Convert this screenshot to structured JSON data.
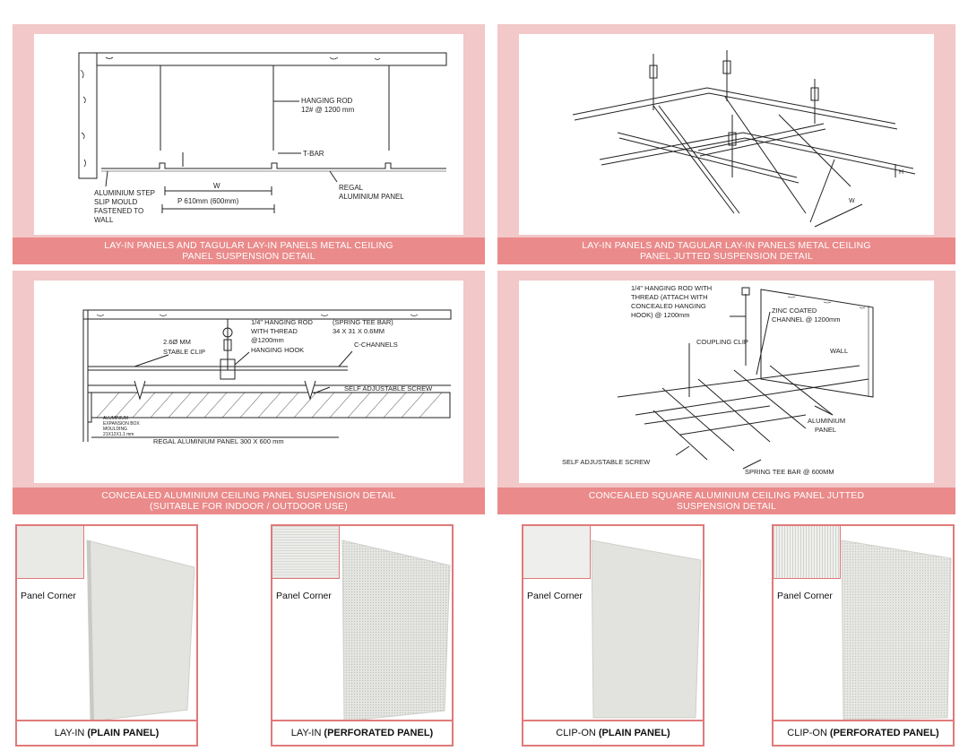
{
  "panels": [
    {
      "caption_line1": "LAY-IN PANELS AND TAGULAR LAY-IN PANELS METAL CEILING",
      "caption_line2": "PANEL SUSPENSION DETAIL",
      "labels": {
        "hanging_rod": "HANGING ROD",
        "hanging_rod_spec": "12# @ 1200 mm",
        "tbar": "T-BAR",
        "w": "W",
        "regal": "REGAL",
        "aluminium_panel": "ALUMINIUM PANEL",
        "step1": "ALUMINIUM STEP",
        "step2": "SLIP MOULD",
        "step3": "FASTENED TO",
        "step4": "WALL",
        "pitch": "P 610mm (600mm)"
      }
    },
    {
      "caption_line1": "LAY-IN PANELS AND TAGULAR LAY-IN PANELS METAL CEILING",
      "caption_line2": "PANEL JUTTED SUSPENSION DETAIL",
      "labels": {
        "w": "W",
        "h": "H"
      }
    },
    {
      "caption_line1": "CONCEALED ALUMINIUM CEILING PANEL SUSPENSION DETAIL",
      "caption_line2": "(SUITABLE FOR INDOOR / OUTDOOR USE)",
      "labels": {
        "rod1": "1/4\" HANGING ROD",
        "rod2": "WITH THREAD",
        "rod3": "@1200mm",
        "hook": "HANGING HOOK",
        "tee1": "(SPRING TEE BAR)",
        "tee2": "34 X 31 X 0.6MM",
        "cchan": "C-CHANNELS",
        "clip1": "2.6Ø MM",
        "clip2": "STABLE CLIP",
        "screw": "SELF ADJUSTABLE SCREW",
        "box1": "ALUMINIUM",
        "box2": "EXPANSION BOX",
        "box3": "MOULDING",
        "box4": "21X12X1.1 mm",
        "regal": "REGAL   ALUMINIUM PANEL   300 X 600 mm"
      }
    },
    {
      "caption_line1": "CONCEALED SQUARE ALUMINIUM CEILING PANEL JUTTED",
      "caption_line2": "SUSPENSION DETAIL",
      "labels": {
        "rod1": "1/4\" HANGING ROD WITH",
        "rod2": "THREAD (ATTACH WITH",
        "rod3": "CONCEALED HANGING",
        "rod4": "HOOK) @ 1200mm",
        "zinc1": "ZINC COATED",
        "zinc2": "CHANNEL @ 1200mm",
        "coupling": "COUPLING CLIP",
        "wall": "WALL",
        "alu1": "ALUMINIUM",
        "alu2": "PANEL",
        "screw": "SELF ADJUSTABLE SCREW",
        "tee": "SPRING TEE BAR @ 600MM"
      }
    }
  ],
  "products": [
    {
      "corner_label": "Panel Corner",
      "label_prefix": "LAY-IN",
      "label_bold": "(PLAIN PANEL)",
      "perforated": false
    },
    {
      "corner_label": "Panel Corner",
      "label_prefix": "LAY-IN",
      "label_bold": "(PERFORATED PANEL)",
      "perforated": true
    },
    {
      "corner_label": "Panel Corner",
      "label_prefix": "CLIP-ON",
      "label_bold": "(PLAIN PANEL)",
      "perforated": false
    },
    {
      "corner_label": "Panel Corner",
      "label_prefix": "CLIP-ON",
      "label_bold": "(PERFORATED PANEL)",
      "perforated": true
    }
  ],
  "colors": {
    "panel_bg": "#f2c8c8",
    "caption_bg": "#ea8a8a",
    "border": "#e07a7a"
  }
}
